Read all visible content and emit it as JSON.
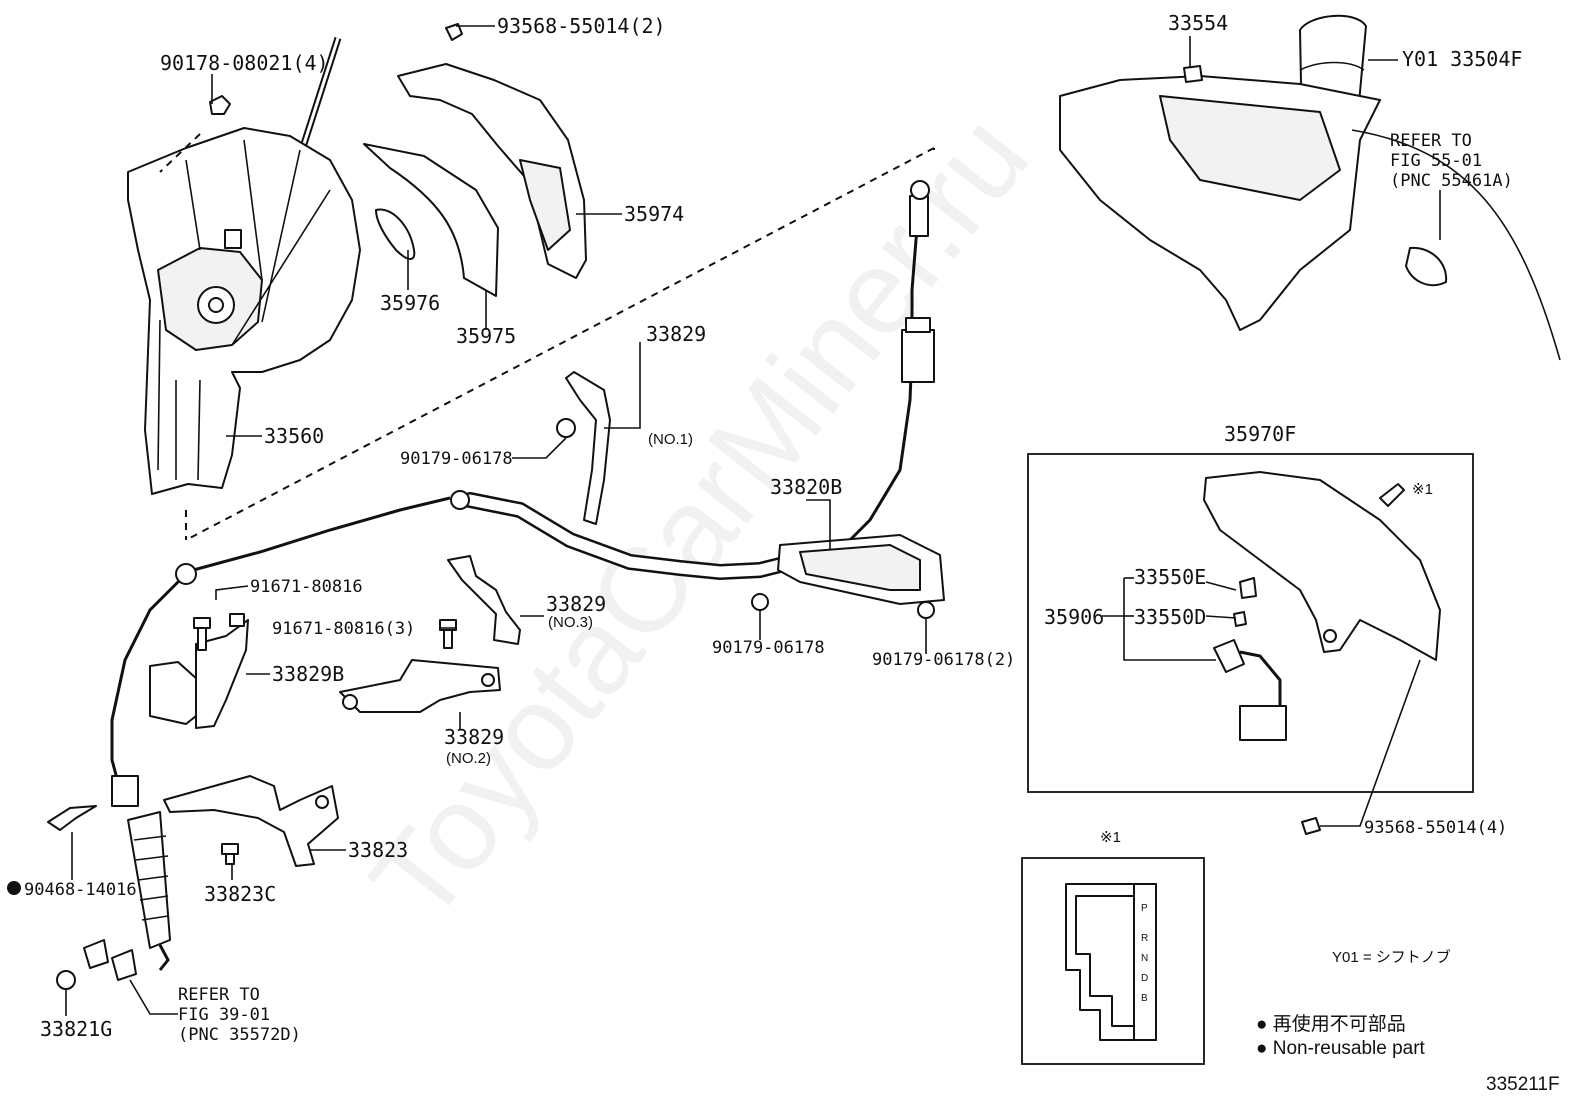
{
  "labels": {
    "p90178": "90178-08021(4)",
    "p93568a": "93568-55014(2)",
    "p33554": "33554",
    "p33504F": "Y01 33504F",
    "p35974": "35974",
    "p35976": "35976",
    "p35975": "35975",
    "p33560": "33560",
    "p33829_1": "33829",
    "p33829_1n": "(NO.1)",
    "p90179a": "90179-06178",
    "p33820B": "33820B",
    "p35970F": "35970F",
    "p91671a": "91671-80816",
    "p91671b": "91671-80816(3)",
    "p33829_3": "33829",
    "p33829_3n": "(NO.3)",
    "p90179b": "90179-06178",
    "p90179c": "90179-06178(2)",
    "p33829B": "33829B",
    "p33829_2": "33829",
    "p33829_2n": "(NO.2)",
    "p33550E": "33550E",
    "p35906": "35906",
    "p33550D": "33550D",
    "p90468": "90468-14016",
    "p33823": "33823",
    "p33823C": "33823C",
    "p93568b": "93568-55014(4)",
    "p33821G": "33821G",
    "mark1": "※1",
    "mark1b": "※1"
  },
  "refer_fig55": [
    "REFER TO",
    "FIG 55-01",
    "(PNC 55461A)"
  ],
  "refer_fig39": [
    "REFER TO",
    "FIG 39-01",
    "(PNC 35572D)"
  ],
  "shift_gate": [
    "P",
    "R",
    "N",
    "D",
    "B"
  ],
  "note_y01": "Y01 = シフトノブ",
  "legend_jp": "● 再使用不可部品",
  "legend_en": "● Non-reusable part",
  "figure_code": "335211F",
  "watermark": "ToyotaCarMiner.ru"
}
